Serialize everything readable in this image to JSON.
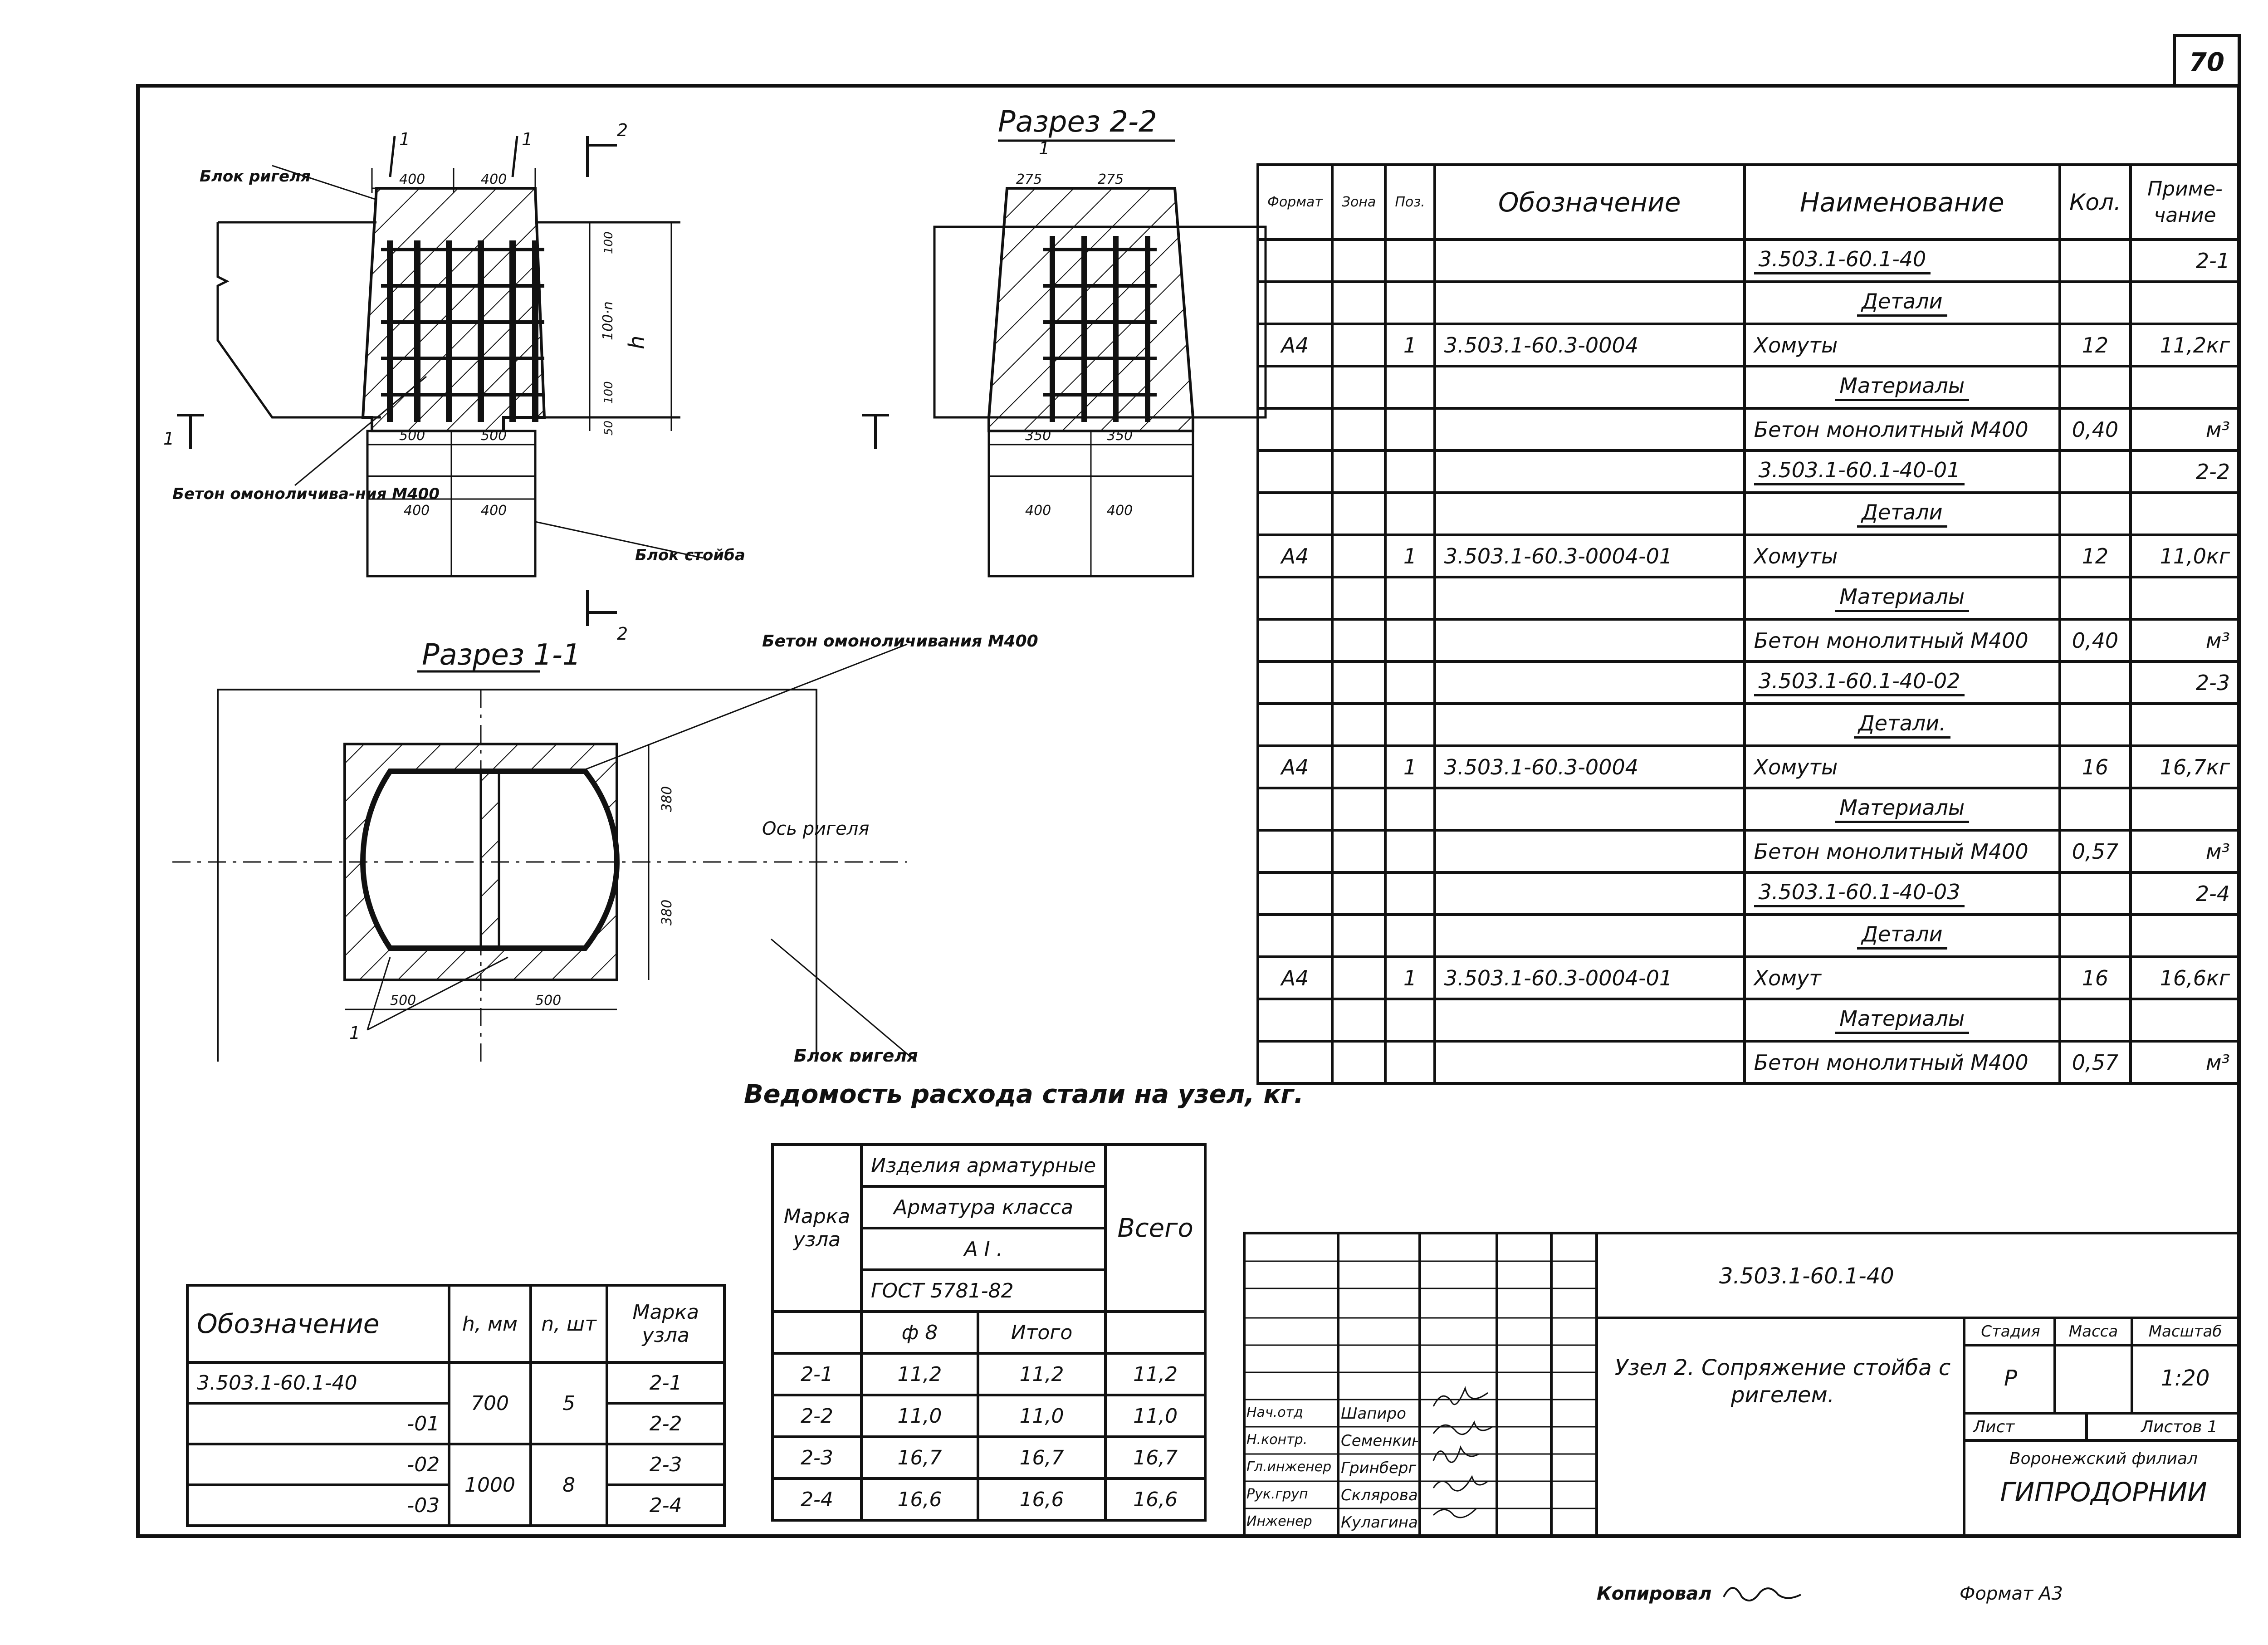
{
  "page_number": "70",
  "drawing": {
    "section_22_title": "Разрез 2-2",
    "section_11_title": "Разрез 1-1",
    "label_riser_block": "Блок ригеля",
    "label_concrete": "Бетон омоноличива-ния М400",
    "label_column_block": "Блок стойба",
    "label_concrete_11": "Бетон омоноличивания М400",
    "label_axis": "Ось ригеля",
    "label_riser_block_2": "Блок ригеля",
    "dim_400": "400",
    "dim_500": "500",
    "dim_350": "350",
    "dim_275": "275",
    "dim_380": "380",
    "dim_100n": "100·n",
    "dim_100": "100",
    "dim_50": "50",
    "h_label": "h",
    "mark_1": "1",
    "mark_2": "2"
  },
  "spec_table": {
    "headers": {
      "format": "Формат",
      "zone": "Зона",
      "pos": "Поз.",
      "designation": "Обозначение",
      "name": "Наименование",
      "qty": "Кол.",
      "note": "Приме-чание"
    },
    "rows": [
      {
        "fmt": "",
        "zone": "",
        "pos": "",
        "des": "",
        "name": "3.503.1-60.1-40",
        "qty": "",
        "note": "2-1",
        "style": "ul"
      },
      {
        "fmt": "",
        "zone": "",
        "pos": "",
        "des": "",
        "name": "Детали",
        "qty": "",
        "note": "",
        "style": "sec"
      },
      {
        "fmt": "А4",
        "zone": "",
        "pos": "1",
        "des": "3.503.1-60.3-0004",
        "name": "Хомуты",
        "qty": "12",
        "note": "11,2кг",
        "style": ""
      },
      {
        "fmt": "",
        "zone": "",
        "pos": "",
        "des": "",
        "name": "Материалы",
        "qty": "",
        "note": "",
        "style": "sec"
      },
      {
        "fmt": "",
        "zone": "",
        "pos": "",
        "des": "",
        "name": "Бетон монолитный М400",
        "qty": "0,40",
        "note": "м³",
        "style": ""
      },
      {
        "fmt": "",
        "zone": "",
        "pos": "",
        "des": "",
        "name": "3.503.1-60.1-40-01",
        "qty": "",
        "note": "2-2",
        "style": "ul"
      },
      {
        "fmt": "",
        "zone": "",
        "pos": "",
        "des": "",
        "name": "Детали",
        "qty": "",
        "note": "",
        "style": "sec"
      },
      {
        "fmt": "А4",
        "zone": "",
        "pos": "1",
        "des": "3.503.1-60.3-0004-01",
        "name": "Хомуты",
        "qty": "12",
        "note": "11,0кг",
        "style": ""
      },
      {
        "fmt": "",
        "zone": "",
        "pos": "",
        "des": "",
        "name": "Материалы",
        "qty": "",
        "note": "",
        "style": "sec"
      },
      {
        "fmt": "",
        "zone": "",
        "pos": "",
        "des": "",
        "name": "Бетон монолитный М400",
        "qty": "0,40",
        "note": "м³",
        "style": ""
      },
      {
        "fmt": "",
        "zone": "",
        "pos": "",
        "des": "",
        "name": "3.503.1-60.1-40-02",
        "qty": "",
        "note": "2-3",
        "style": "ul"
      },
      {
        "fmt": "",
        "zone": "",
        "pos": "",
        "des": "",
        "name": "Детали.",
        "qty": "",
        "note": "",
        "style": "sec"
      },
      {
        "fmt": "А4",
        "zone": "",
        "pos": "1",
        "des": "3.503.1-60.3-0004",
        "name": "Хомуты",
        "qty": "16",
        "note": "16,7кг",
        "style": ""
      },
      {
        "fmt": "",
        "zone": "",
        "pos": "",
        "des": "",
        "name": "Материалы",
        "qty": "",
        "note": "",
        "style": "sec"
      },
      {
        "fmt": "",
        "zone": "",
        "pos": "",
        "des": "",
        "name": "Бетон монолитный М400",
        "qty": "0,57",
        "note": "м³",
        "style": ""
      },
      {
        "fmt": "",
        "zone": "",
        "pos": "",
        "des": "",
        "name": "3.503.1-60.1-40-03",
        "qty": "",
        "note": "2-4",
        "style": "ul"
      },
      {
        "fmt": "",
        "zone": "",
        "pos": "",
        "des": "",
        "name": "Детали",
        "qty": "",
        "note": "",
        "style": "sec"
      },
      {
        "fmt": "А4",
        "zone": "",
        "pos": "1",
        "des": "3.503.1-60.3-0004-01",
        "name": "Хомут",
        "qty": "16",
        "note": "16,6кг",
        "style": ""
      },
      {
        "fmt": "",
        "zone": "",
        "pos": "",
        "des": "",
        "name": "Материалы",
        "qty": "",
        "note": "",
        "style": "sec"
      },
      {
        "fmt": "",
        "zone": "",
        "pos": "",
        "des": "",
        "name": "Бетон монолитный М400",
        "qty": "0,57",
        "note": "м³",
        "style": ""
      }
    ]
  },
  "steel_title": "Ведомость расхода стали на узел, кг.",
  "steel_table": {
    "h_mark": "Марка узла",
    "h_products": "Изделия арматурные",
    "h_class": "Арматура класса",
    "h_ai": "А I .",
    "h_gost": "ГОСТ 5781-82",
    "h_d8": "ф 8",
    "h_total_sub": "Итого",
    "h_total": "Всего",
    "rows": [
      {
        "mark": "2-1",
        "d8": "11,2",
        "sub": "11,2",
        "total": "11,2"
      },
      {
        "mark": "2-2",
        "d8": "11,0",
        "sub": "11,0",
        "total": "11,0"
      },
      {
        "mark": "2-3",
        "d8": "16,7",
        "sub": "16,7",
        "total": "16,7"
      },
      {
        "mark": "2-4",
        "d8": "16,6",
        "sub": "16,6",
        "total": "16,6"
      }
    ]
  },
  "desig_table": {
    "h_des": "Обозначение",
    "h_h": "h, мм",
    "h_n": "n, шт",
    "h_mark": "Марка узла",
    "rows": [
      {
        "des": "3.503.1-60.1-40",
        "mark": "2-1"
      },
      {
        "des": "-01",
        "mark": "2-2"
      },
      {
        "des": "-02",
        "mark": "2-3"
      },
      {
        "des": "-03",
        "mark": "2-4"
      }
    ],
    "h_700": "700",
    "n_5": "5",
    "h_1000": "1000",
    "n_8": "8"
  },
  "title_block": {
    "code": "3.503.1-60.1-40",
    "node_title": "Узел 2. Сопряжение стойба с ригелем.",
    "stage_h": "Стадия",
    "mass_h": "Масса",
    "scale_h": "Масштаб",
    "stage": "Р",
    "scale": "1:20",
    "sheet": "Лист",
    "sheets": "Листов 1",
    "org1": "Воронежский филиал",
    "org2": "ГИПРОДОРНИИ",
    "signers": [
      {
        "role": "Нач.отд",
        "name": "Шапиро"
      },
      {
        "role": "Н.контр.",
        "name": "Семенкин"
      },
      {
        "role": "Гл.инженер",
        "name": "Гринберг"
      },
      {
        "role": "Рук.груп",
        "name": "Склярова"
      },
      {
        "role": "Инженер",
        "name": "Кулагина"
      }
    ]
  },
  "footer": {
    "copied": "Копировал",
    "format": "Формат А3"
  }
}
